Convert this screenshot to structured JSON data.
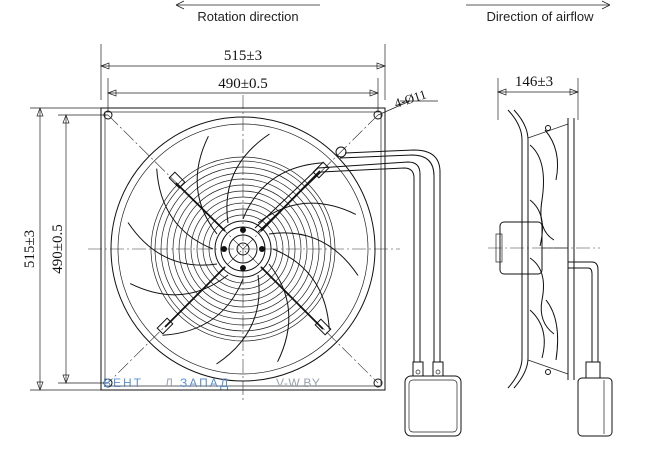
{
  "labels": {
    "rotation_direction": "Rotation direction",
    "airflow_direction": "Direction of airflow",
    "width_overall": "515±3",
    "width_holes": "490±0.5",
    "height_overall": "515±3",
    "height_holes": "490±0.5",
    "holes": "4-Ø11",
    "depth": "146±3"
  },
  "watermark": {
    "brand_part1": "ВЕНТ",
    "brand_part2": "ЗАПАД",
    "site": "V-W.BY",
    "colors": {
      "blue": "#5a8fd6",
      "gray": "#9aa3ad"
    }
  }
}
